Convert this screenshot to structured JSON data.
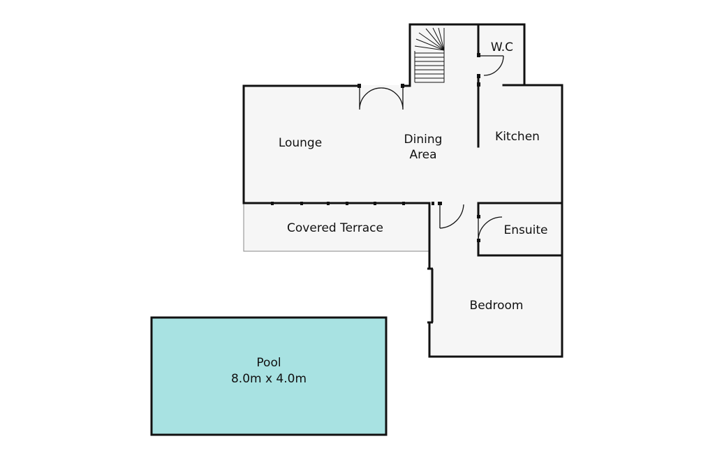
{
  "rooms": {
    "wc": "W.C",
    "lounge": "Lounge",
    "dining_line1": "Dining",
    "dining_line2": "Area",
    "kitchen": "Kitchen",
    "covered_terrace": "Covered Terrace",
    "ensuite": "Ensuite",
    "bedroom": "Bedroom"
  },
  "pool": {
    "label": "Pool",
    "dimensions": "8.0m x 4.0m",
    "color": "#a8e2e2"
  },
  "colors": {
    "wall": "#111111",
    "floor": "#f6f6f6",
    "terrace_outline": "#888888"
  }
}
